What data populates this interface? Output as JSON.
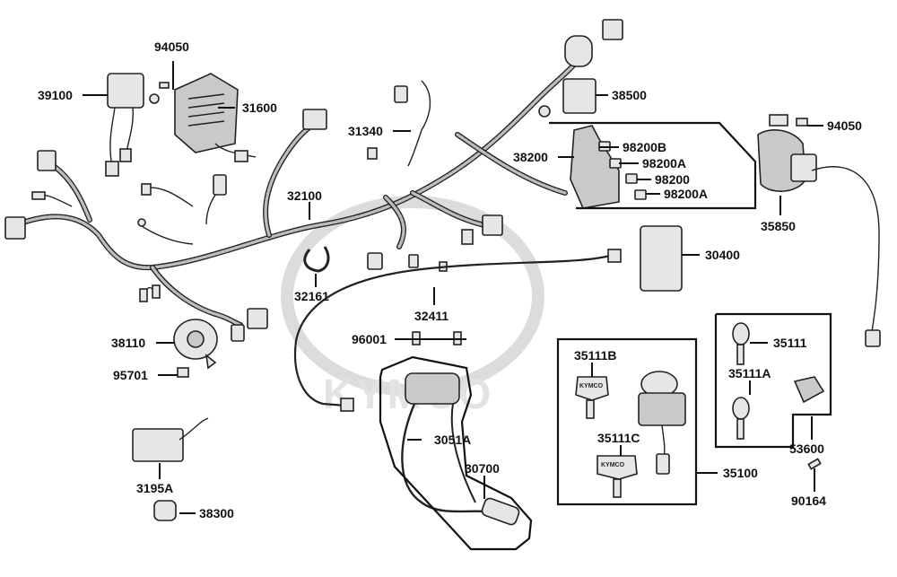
{
  "watermark": {
    "text": "KYMCO"
  },
  "labels": [
    {
      "id": "94050",
      "text": "94050"
    },
    {
      "id": "39100",
      "text": "39100"
    },
    {
      "id": "31600",
      "text": "31600"
    },
    {
      "id": "31340",
      "text": "31340"
    },
    {
      "id": "38500",
      "text": "38500"
    },
    {
      "id": "38200",
      "text": "38200"
    },
    {
      "id": "98200B",
      "text": "98200B"
    },
    {
      "id": "98200A_1",
      "text": "98200A"
    },
    {
      "id": "98200",
      "text": "98200"
    },
    {
      "id": "98200A_2",
      "text": "98200A"
    },
    {
      "id": "94050_2",
      "text": "94050"
    },
    {
      "id": "35850",
      "text": "35850"
    },
    {
      "id": "32100",
      "text": "32100"
    },
    {
      "id": "30400",
      "text": "30400"
    },
    {
      "id": "32161",
      "text": "32161"
    },
    {
      "id": "32411",
      "text": "32411"
    },
    {
      "id": "38110",
      "text": "38110"
    },
    {
      "id": "96001",
      "text": "96001"
    },
    {
      "id": "95701",
      "text": "95701"
    },
    {
      "id": "35111B",
      "text": "35111B"
    },
    {
      "id": "35111",
      "text": "35111"
    },
    {
      "id": "35111A",
      "text": "35111A"
    },
    {
      "id": "3051A",
      "text": "3051A"
    },
    {
      "id": "35111C",
      "text": "35111C"
    },
    {
      "id": "53600",
      "text": "53600"
    },
    {
      "id": "3195A",
      "text": "3195A"
    },
    {
      "id": "30700",
      "text": "30700"
    },
    {
      "id": "35100",
      "text": "35100"
    },
    {
      "id": "38300",
      "text": "38300"
    },
    {
      "id": "90164",
      "text": "90164"
    }
  ],
  "key_brand_text": "KYMCO"
}
